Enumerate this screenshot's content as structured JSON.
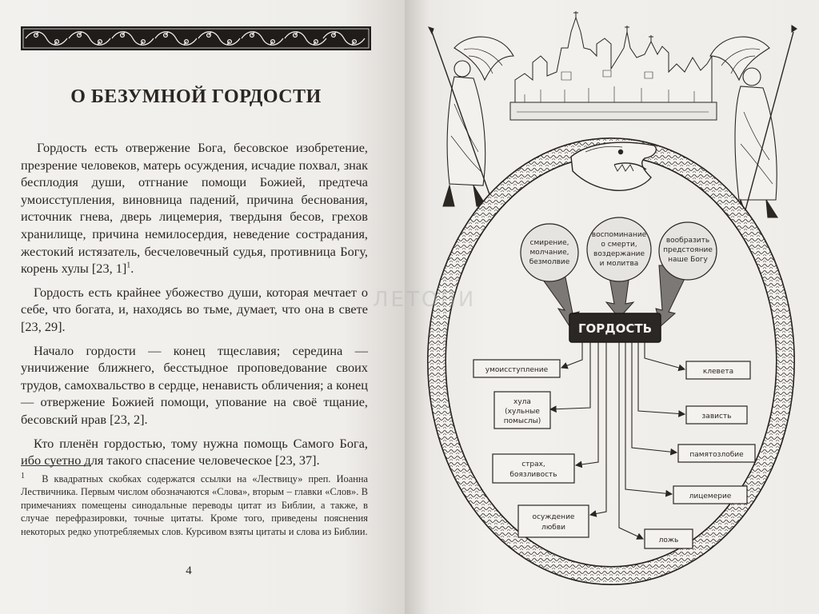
{
  "left_page": {
    "title": "О БЕЗУМНОЙ ГОРДОСТИ",
    "paragraphs": {
      "p1": "Гордость есть отвержение Бога, бесовское изобретение, презрение человеков, матерь осуждения, исчадие похвал, знак бесплодия души, отгнание помощи Божией, предтеча умоисступления, виновница падений, причина беснования, источник гнева, дверь лицемерия, твердыня бесов, грехов хранилище, причина немилосердия, неведение сострадания, жестокий истязатель, бесчеловечный судья, противница Богу, корень хулы [23, 1]",
      "p1_note": "1",
      "p1_end": ".",
      "p2": "Гордость есть крайнее убожество души, которая мечтает о себе, что богата, и, находясь во тьме, думает, что она в свете [23, 29].",
      "p3": "Начало гордости — конец тщеславия; середина — уничижение ближнего, бесстыдное проповедование своих трудов, самохвальство в сердце, ненависть обличения; а конец — отвержение Божией помощи, упование на своё тщание, бесовский нрав [23, 2].",
      "p4": "Кто пленён гордостью, тому нужна помощь Самого Бога, ибо суетно для такого спасение человеческое [23, 37]."
    },
    "footnote": {
      "mark": "1",
      "text": "В квадратных скобках содержатся ссылки на «Лествицу» преп. Иоанна Лествичника. Первым числом обозначаются «Слова», вторым – главки «Слов». В примечаниях помещены синодальные переводы цитат из Библии, а также, в случае перефразировки, точные цитаты. Кроме того, приведены пояснения некоторых редко употребляемых слов. Курсивом взяты цитаты и слова из Библии."
    },
    "page_number": "4"
  },
  "diagram": {
    "center": "ГОРДОСТЬ",
    "remedies": {
      "r1": [
        "смирение,",
        "молчание,",
        "безмолвие"
      ],
      "r2": [
        "воспоминание",
        "о смерти,",
        "воздержание",
        "и молитва"
      ],
      "r3": [
        "вообразить",
        "предстояние",
        "наше Богу"
      ]
    },
    "left_items": {
      "l1": [
        "умоисступление"
      ],
      "l2": [
        "хула",
        "(хульные",
        "помыслы)"
      ],
      "l3": [
        "страх,",
        "боязливость"
      ],
      "l4": [
        "осуждение",
        "любви"
      ]
    },
    "right_items": {
      "r1": [
        "клевета"
      ],
      "r2": [
        "зависть"
      ],
      "r3": [
        "памятозлобие"
      ],
      "r4": [
        "лицемерие"
      ],
      "r5": [
        "ложь"
      ]
    }
  },
  "watermark": "ЛЕТОПИ",
  "colors": {
    "paper": "#f1efeb",
    "ink": "#2a2622",
    "center_box": "#2b2724",
    "circle_fill": "#e6e4e1",
    "arrow_fill": "#7b7875"
  }
}
